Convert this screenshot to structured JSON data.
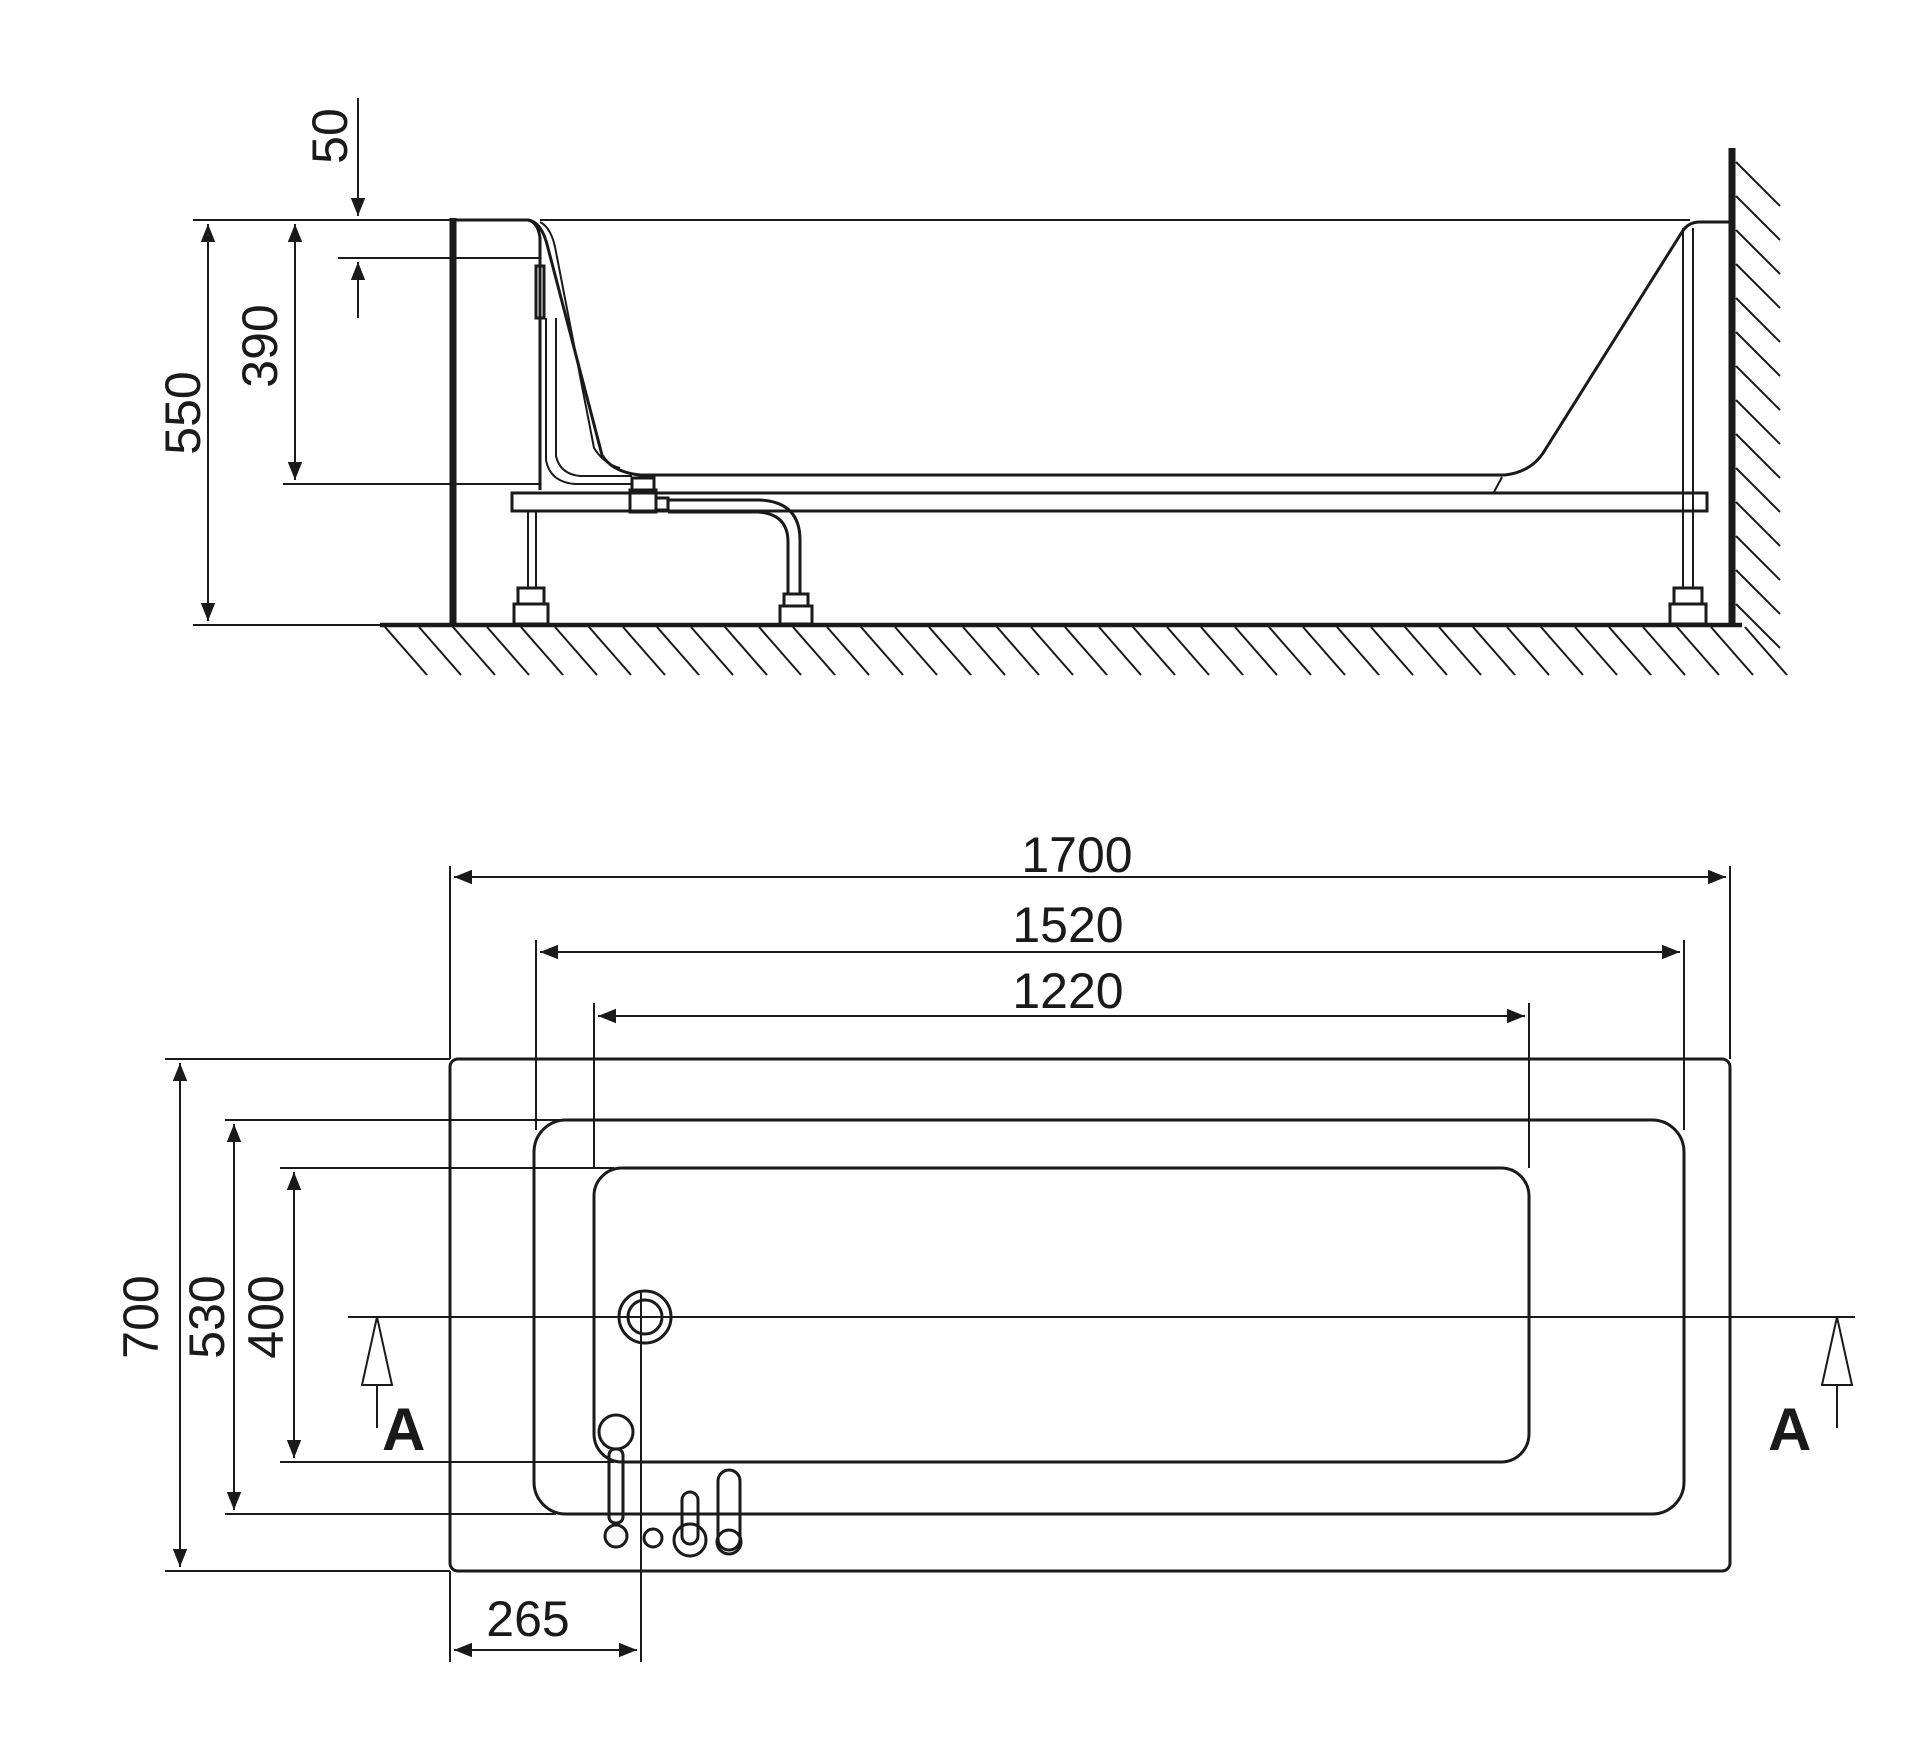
{
  "side_view": {
    "dimensions": {
      "rim": "50",
      "depth": "390",
      "height": "550"
    }
  },
  "top_view": {
    "dimensions": {
      "length": "1700",
      "inner_length": "1520",
      "bottom_length": "1220",
      "width": "700",
      "inner_width": "530",
      "bottom_width": "400",
      "drain_offset": "265"
    },
    "section_marker": {
      "left": "A",
      "right": "A"
    }
  },
  "colors": {
    "ink": "#1a1a1a",
    "background": "#ffffff"
  }
}
